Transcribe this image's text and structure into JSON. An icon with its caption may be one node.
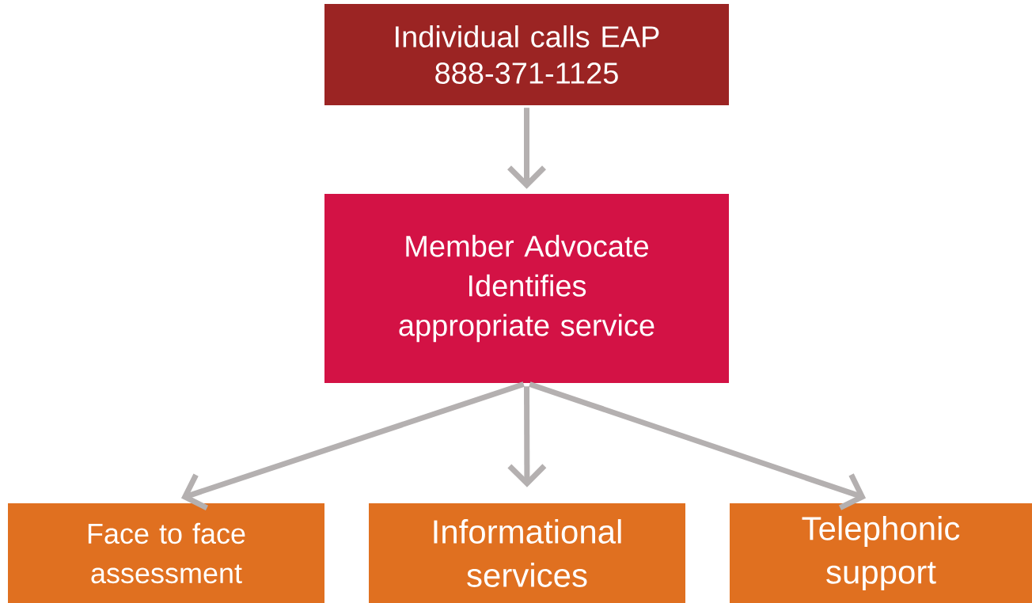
{
  "diagram": {
    "nodes": [
      {
        "text": [
          "Individual calls EAP",
          "888-371-1125"
        ]
      },
      {
        "text": [
          "Member Advocate",
          "Identifies appropriate service"
        ]
      },
      {
        "text": [
          "Face to face assessment"
        ]
      },
      {
        "text": [
          "Informational services"
        ]
      },
      {
        "text": [
          "Telephonic support"
        ]
      }
    ],
    "edges": [
      {
        "from": 0,
        "to": 1,
        "arrow": "to"
      },
      {
        "from": 1,
        "to": 2,
        "arrow": "to"
      },
      {
        "from": 1,
        "to": 3,
        "arrow": "to"
      },
      {
        "from": 1,
        "to": 4,
        "arrow": "to"
      }
    ]
  }
}
